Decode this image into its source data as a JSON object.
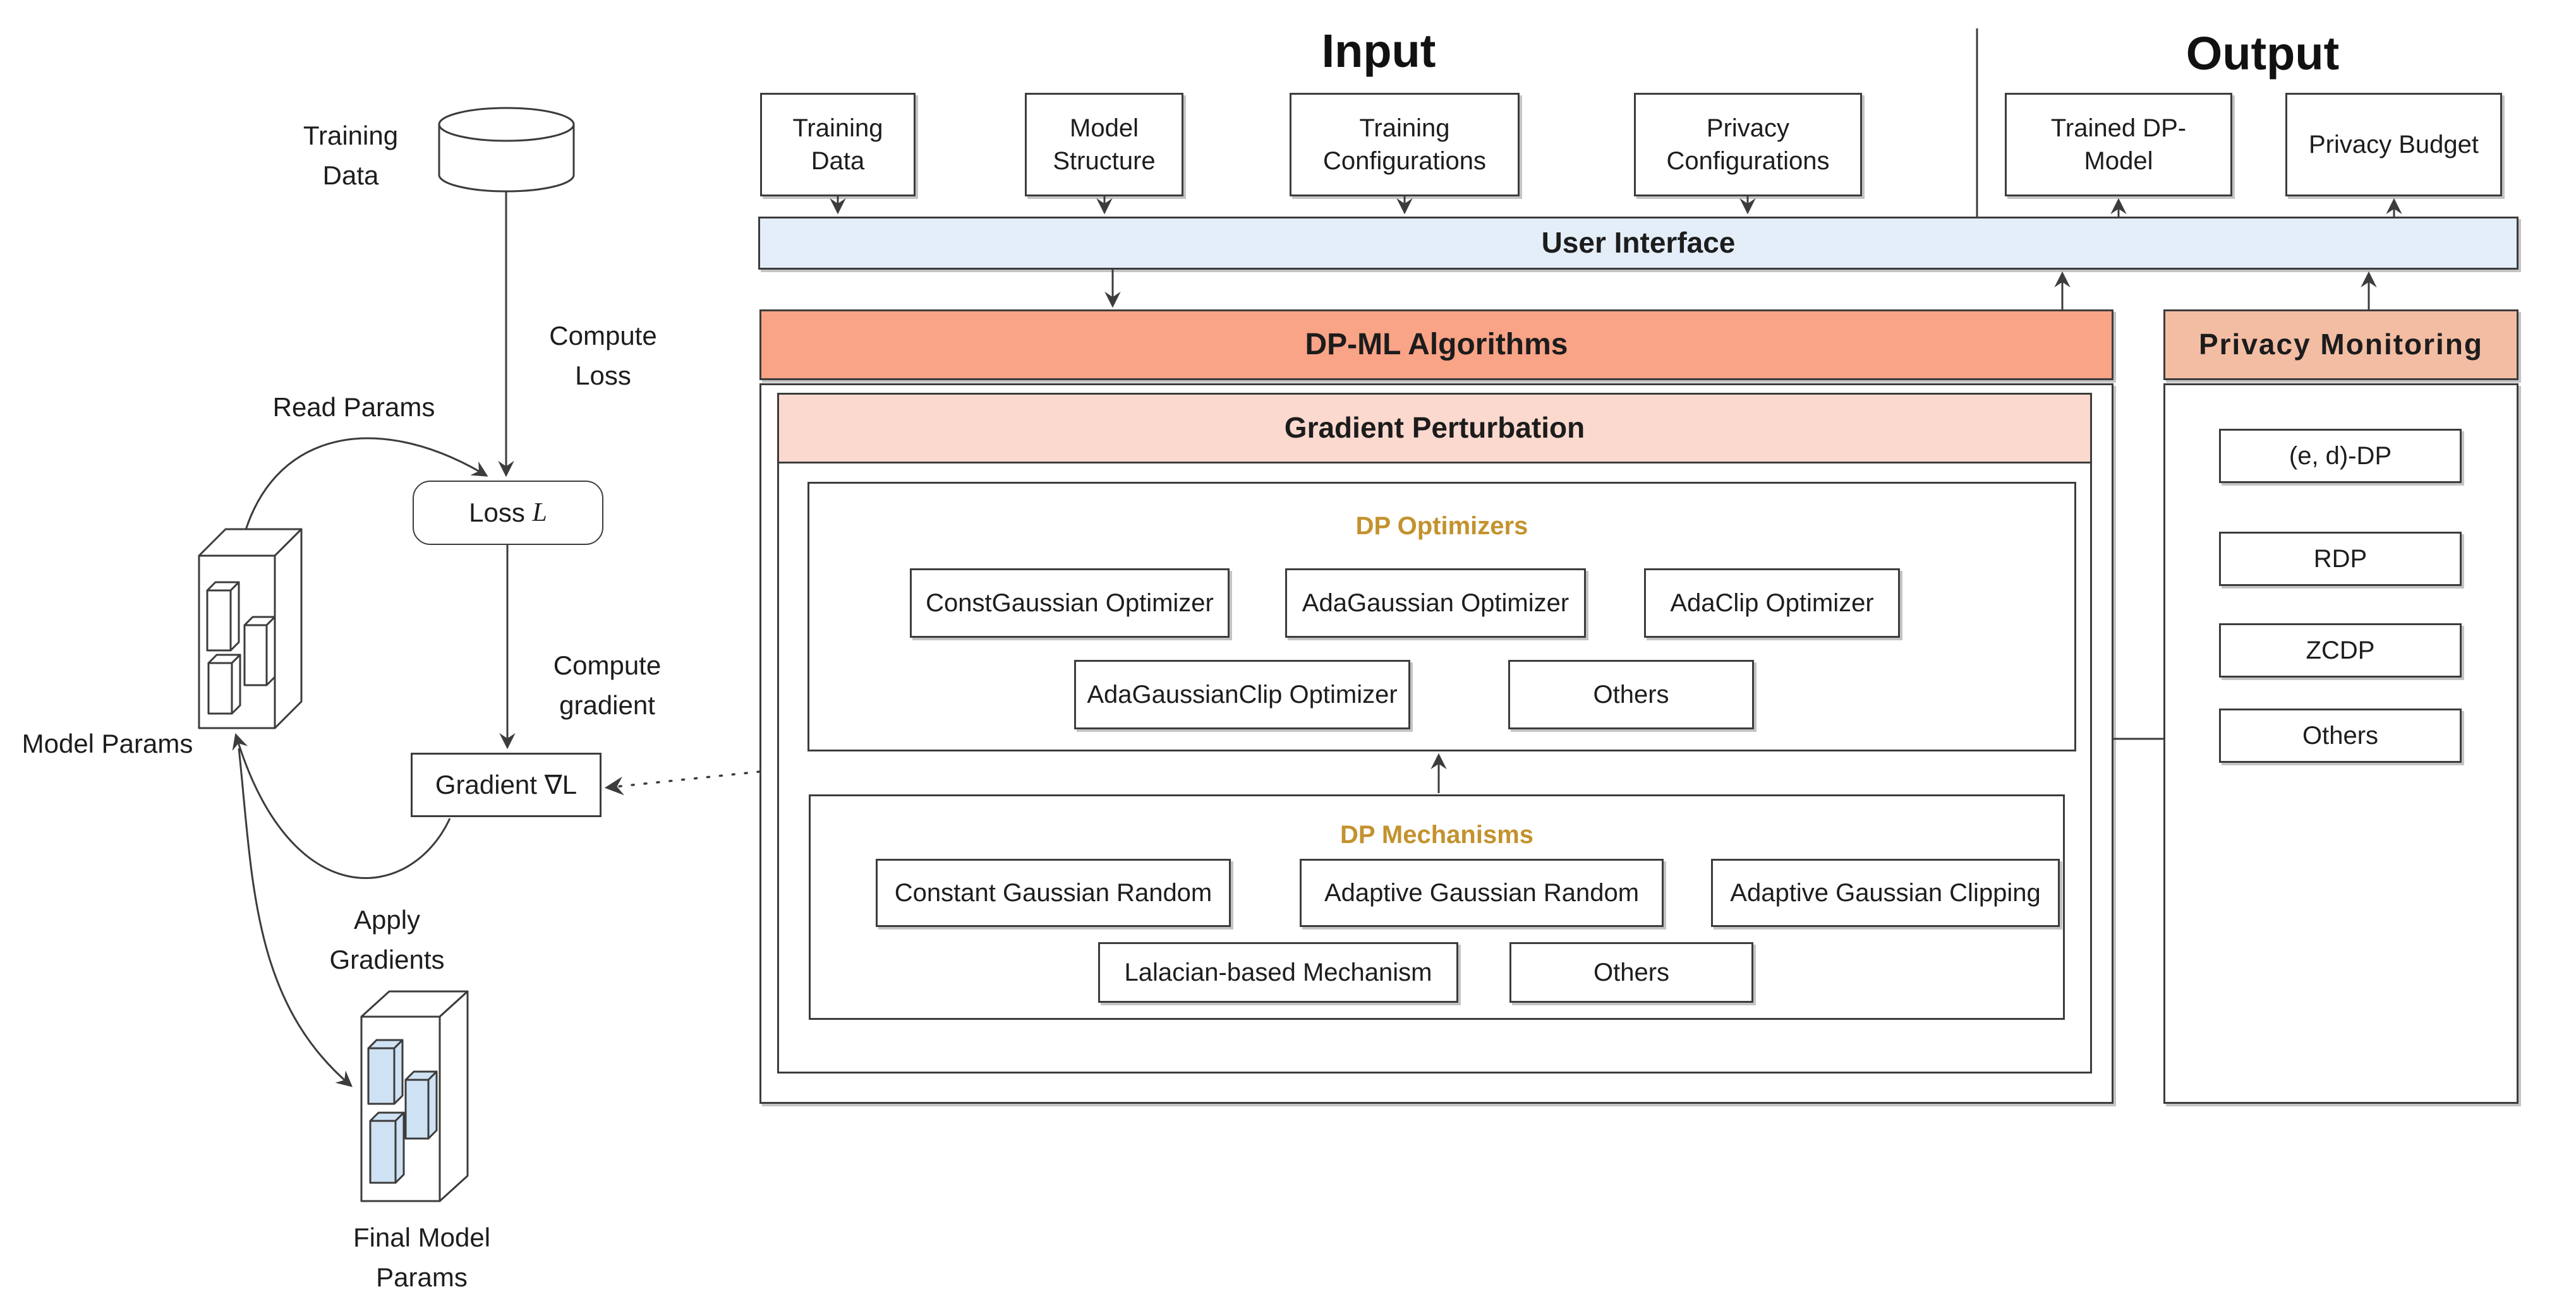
{
  "titles": {
    "input": "Input",
    "output": "Output"
  },
  "io": {
    "user_interface": "User Interface",
    "input_boxes": [
      "Training Data",
      "Model Structure",
      "Training Configurations",
      "Privacy Configurations"
    ],
    "output_boxes": [
      "Trained DP-Model",
      "Privacy Budget"
    ]
  },
  "left_flow": {
    "training_data_label": "Training Data",
    "cylinder_label": "Data",
    "compute_loss_label": "Compute Loss",
    "read_params_label": "Read Params",
    "loss_box": {
      "prefix": "Loss ",
      "symbol": "L"
    },
    "model_params_label": "Model Params",
    "compute_gradient_label": "Compute gradient",
    "gradient_box": {
      "prefix": "Gradient ",
      "symbol": "∇L"
    },
    "apply_gradients_label": "Apply Gradients",
    "final_model_params_label": "Final Model Params"
  },
  "dpml": {
    "header": "DP-ML Algorithms",
    "gradient_perturbation": "Gradient Perturbation",
    "optimizers": {
      "title": "DP Optimizers",
      "items": [
        "ConstGaussian Optimizer",
        "AdaGaussian Optimizer",
        "AdaClip Optimizer",
        "AdaGaussianClip Optimizer",
        "Others"
      ]
    },
    "mechanisms": {
      "title": "DP Mechanisms",
      "items": [
        "Constant Gaussian Random",
        "Adaptive Gaussian Random",
        "Adaptive Gaussian Clipping",
        "Lalacian-based Mechanism",
        "Others"
      ]
    }
  },
  "privacy_monitoring": {
    "header": "Privacy Monitoring",
    "boxes": [
      "(e, d)-DP",
      "RDP",
      "ZCDP",
      "Others"
    ]
  },
  "colors": {
    "user_interface_bar": "#e4eef9",
    "dpml_header": "#f9a387",
    "privacy_monitoring_header": "#f3bda4",
    "gradient_perturbation_header": "#fcd9ce",
    "section_title_gold": "#c3922e",
    "param_block_fill": "#cfe2f4",
    "line_color": "#3c3c3c"
  }
}
